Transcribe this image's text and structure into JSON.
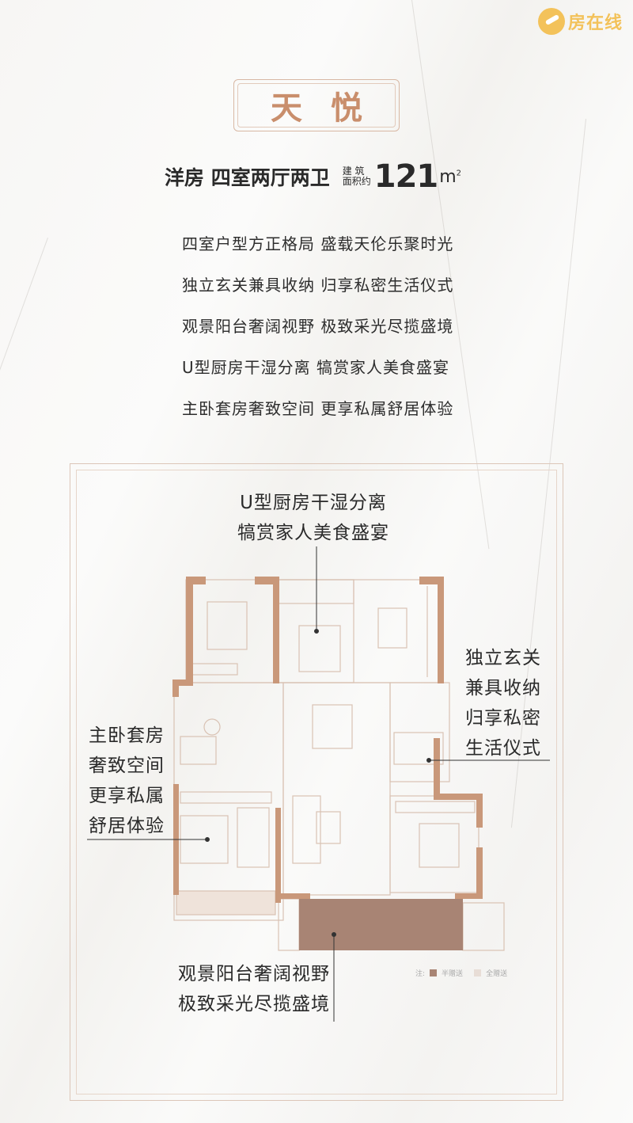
{
  "logo": {
    "text": "房在线"
  },
  "title": "天悦",
  "subtitle": {
    "type": "洋房 四室两厅两卫",
    "area_label_top": "建 筑",
    "area_label_bottom": "面积约",
    "area_value": "121",
    "area_unit": "m",
    "area_sup": "2"
  },
  "features": [
    "四室户型方正格局 盛载天伦乐聚时光",
    "独立玄关兼具收纳 归享私密生活仪式",
    "观景阳台奢阔视野 极致采光尽揽盛境",
    "U型厨房干湿分离 犒赏家人美食盛宴",
    "主卧套房奢致空间 更享私属舒居体验"
  ],
  "callouts": {
    "kitchen": [
      "U型厨房干湿分离",
      "犒赏家人美食盛宴"
    ],
    "entry": [
      "独立玄关",
      "兼具收纳",
      "归享私密",
      "生活仪式"
    ],
    "master": [
      "主卧套房",
      "奢致空间",
      "更享私属",
      "舒居体验"
    ],
    "balcony": [
      "观景阳台奢阔视野",
      "极致采光尽揽盛境"
    ]
  },
  "legend": {
    "note": "注:",
    "half": "半赠送",
    "full": "全赠送",
    "half_color": "#a88474",
    "full_color": "#e8ddd6"
  },
  "colors": {
    "wall": "#c9987a",
    "accent": "#c98e6c"
  }
}
